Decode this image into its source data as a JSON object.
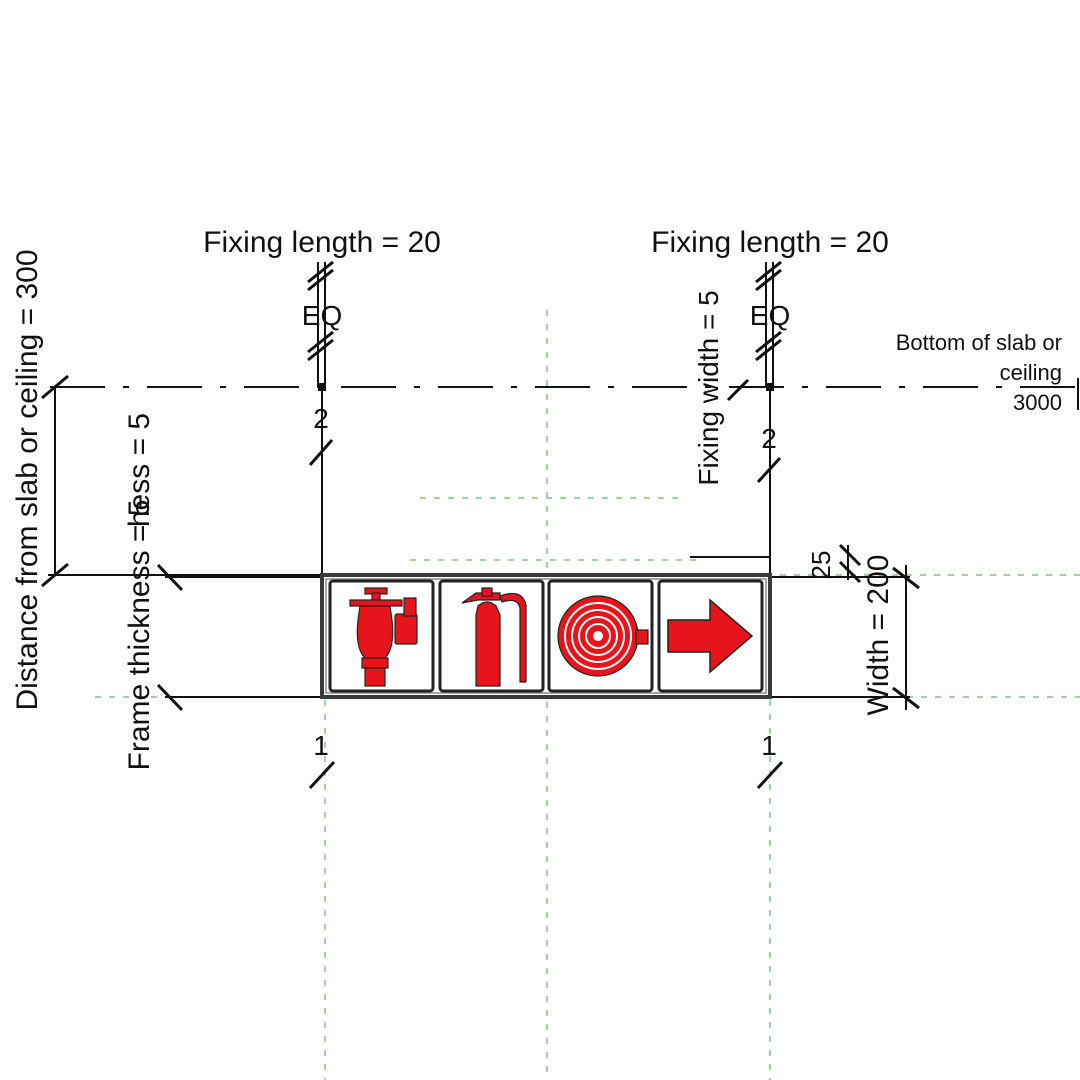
{
  "labels": {
    "fixing_length_left": "Fixing length = 20",
    "fixing_length_right": "Fixing length = 20",
    "eq_left": "EQ",
    "eq_right": "EQ",
    "fixing_width": "Fixing width = 5",
    "slab_note_line1": "Bottom of slab or",
    "slab_note_line2": "ceiling",
    "slab_note_value": "3000",
    "distance_from_slab": "Distance from slab or ceiling = 300",
    "frame_thickness": "Frame thickness = 5",
    "frame_thickness_overlap": "hess = 5",
    "width": "Width = 200",
    "dim_25": "25",
    "left_top_2": "2",
    "right_top_2": "2",
    "left_bottom_1": "1",
    "right_bottom_1": "1"
  },
  "sign": {
    "panels": [
      "fire-hydrant-icon",
      "fire-extinguisher-icon",
      "hose-reel-icon",
      "direction-arrow-icon"
    ]
  },
  "colors": {
    "icon_red": "#e8141b",
    "frame": "#3a3a3a",
    "guide": "#9fd49f"
  }
}
